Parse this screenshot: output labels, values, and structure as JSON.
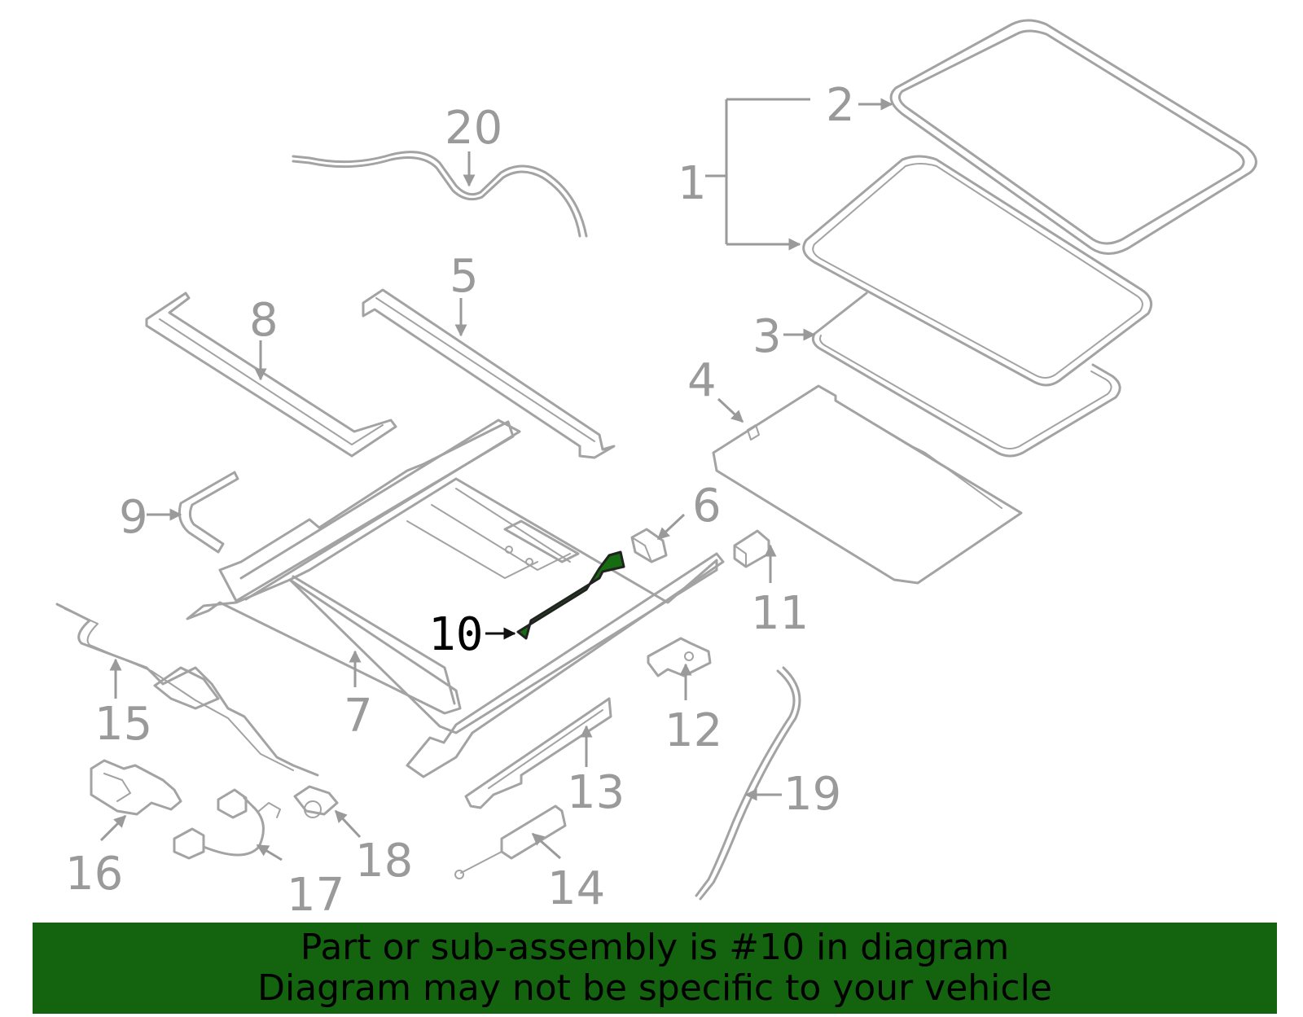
{
  "diagram": {
    "highlighted_part": "10",
    "highlight_color": "#176b10",
    "part_color": "#a3a3a3",
    "callouts": [
      "1",
      "2",
      "3",
      "4",
      "5",
      "6",
      "7",
      "8",
      "9",
      "10",
      "11",
      "12",
      "13",
      "14",
      "15",
      "16",
      "17",
      "18",
      "19",
      "20"
    ]
  },
  "banner": {
    "line1": "Part or sub-assembly is #10 in diagram",
    "line2": "Diagram may not be specific to your vehicle",
    "background": "#13630f"
  }
}
